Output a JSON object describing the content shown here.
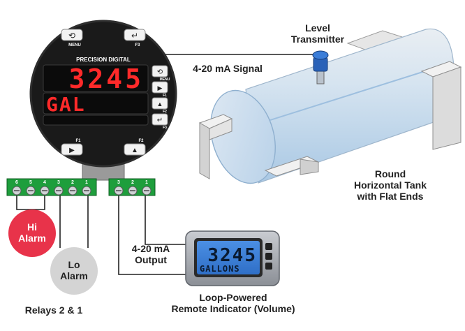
{
  "meter": {
    "brand": "PRECISION DIGITAL",
    "display_top": "3245",
    "display_bottom": "GAL",
    "buttons": {
      "menu": "MENU",
      "f3_top": "F3",
      "f1_bottom": "F1",
      "f2_bottom": "F2",
      "side_menu": "MENU",
      "side_f1": "F1",
      "side_f2": "F2",
      "side_f3": "F3"
    }
  },
  "terminals": {
    "relay_block": [
      "6",
      "5",
      "4",
      "3",
      "2",
      "1"
    ],
    "output_block": [
      "3",
      "2",
      "1"
    ]
  },
  "alarms": {
    "hi": {
      "line1": "Hi",
      "line2": "Alarm",
      "color": "#e8334a"
    },
    "lo": {
      "line1": "Lo",
      "line2": "Alarm",
      "color": "#d4d4d4"
    }
  },
  "labels": {
    "level_transmitter_line1": "Level",
    "level_transmitter_line2": "Transmitter",
    "signal": "4-20 mA Signal",
    "tank_line1": "Round",
    "tank_line2": "Horizontal Tank",
    "tank_line3": "with Flat Ends",
    "output_line1": "4-20 mA",
    "output_line2": "Output",
    "relays": "Relays 2 & 1",
    "remote_line1": "Loop-Powered",
    "remote_line2": "Remote Indicator (Volume)"
  },
  "remote_indicator": {
    "display_value": "3245",
    "display_units": "GALLONS"
  },
  "colors": {
    "meter_body": "#1a1a1a",
    "led_red": "#ff2a2a",
    "terminal_green": "#1e9e3c",
    "tank_fluid": "#bcd7ec",
    "lcd_blue": "#3c7fd6"
  }
}
